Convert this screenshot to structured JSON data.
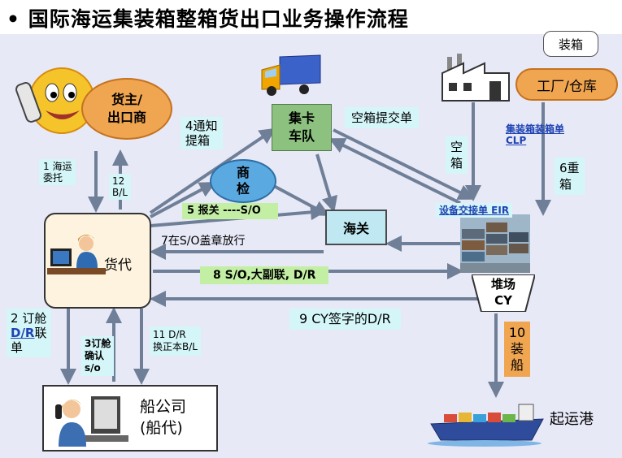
{
  "title": "国际海运集装箱整箱货出口业务操作流程",
  "bullet": "•",
  "nodes": {
    "shipper": "货主/\n出口商",
    "forwarder": "货代",
    "trucking": "集卡\n车队",
    "inspection": "商\n检",
    "customs": "海关",
    "factory": "工厂/仓库",
    "packing": "装箱",
    "yard": "堆场\nCY",
    "carrier": "船公司\n(船代)",
    "port": "起运港"
  },
  "labels": {
    "l1": "1 海运\n委托",
    "l12": "12\nB/L",
    "l4": "4通知\n提箱",
    "l5": "5 报关 ----S/O",
    "l7": "7在S/O盖章放行",
    "l8": "8  S/O,大副联, D/R",
    "l9": "9 CY签字的D/R",
    "l_empty_submit": "空箱提交单",
    "l_empty": "空\n箱",
    "l_clp_cn": "集装箱装箱单",
    "l_clp": "CLP",
    "l6": "6重\n箱",
    "l_eir": "设备交接单 EIR",
    "l2_a": "2 订舱",
    "l2_b": "D/R",
    "l2_c": "联\n单",
    "l3": "3订舱\n确认\ns/o",
    "l11": "11 D/R\n换正本B/L",
    "l10": "10\n装\n船"
  },
  "colors": {
    "panel": "#e7e9f7",
    "arrow": "#6f7f97",
    "orange": "#f0a550",
    "green": "#8cc17f",
    "blue_node": "#5aa9e0",
    "cyan_label": "#d5f6f9",
    "green_label": "#c3efa5",
    "link_blue": "#1f43b3"
  },
  "icons": [
    "smiley-phone-icon",
    "truck-icon",
    "factory-icon",
    "office-worker-icon",
    "container-yard-icon",
    "phone-worker-icon",
    "cargo-ship-icon"
  ]
}
